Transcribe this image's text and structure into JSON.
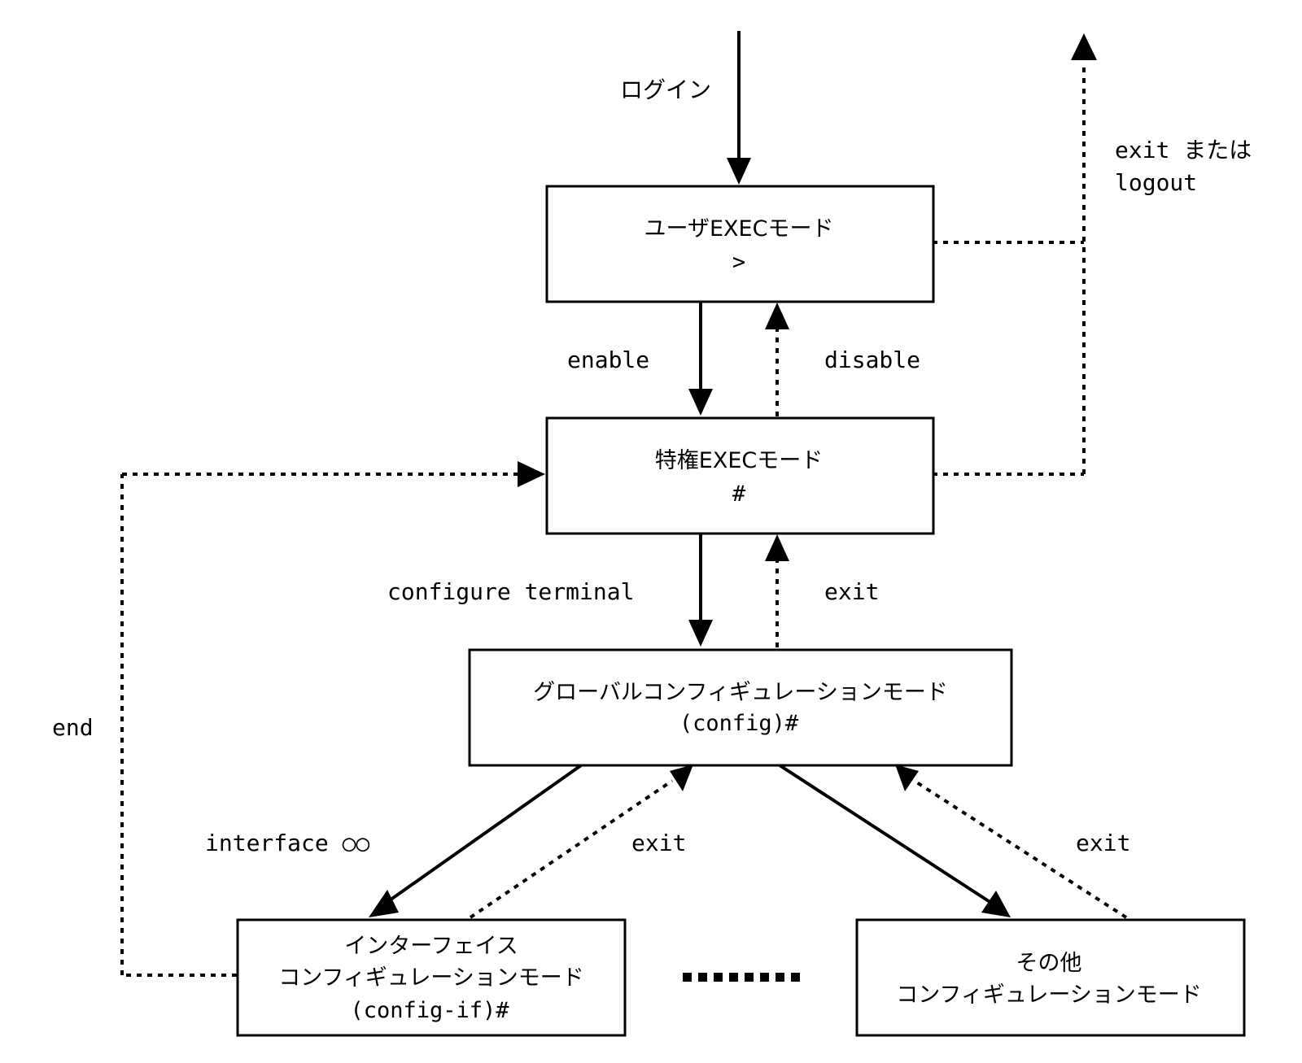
{
  "diagram": {
    "title": "Cisco IOS command mode transitions",
    "nodes": {
      "user_exec": {
        "title": "ユーザEXECモード",
        "prompt": ">"
      },
      "priv_exec": {
        "title": "特権EXECモード",
        "prompt": "#"
      },
      "global_config": {
        "title": "グローバルコンフィギュレーションモード",
        "prompt": "(config)#"
      },
      "interface_config": {
        "title_line1": "インターフェイス",
        "title_line2": "コンフィギュレーションモード",
        "prompt": "(config-if)#"
      },
      "other_config": {
        "title_line1": "その他",
        "title_line2": "コンフィギュレーションモード"
      }
    },
    "edges": {
      "login": {
        "label": "ログイン",
        "style": "solid"
      },
      "exit_logout": {
        "label_line1": "exit または",
        "label_line2": "logout",
        "style": "dotted"
      },
      "enable": {
        "label": "enable",
        "style": "solid"
      },
      "disable": {
        "label": "disable",
        "style": "dotted"
      },
      "configure_terminal": {
        "label": "configure terminal",
        "style": "solid"
      },
      "exit_config": {
        "label": "exit",
        "style": "dotted"
      },
      "interface": {
        "label": "interface ○○",
        "style": "solid"
      },
      "exit_interface": {
        "label": "exit",
        "style": "dotted"
      },
      "exit_other": {
        "label": "exit",
        "style": "dotted"
      },
      "end": {
        "label": "end",
        "style": "dotted"
      }
    },
    "ellipsis": "......"
  }
}
